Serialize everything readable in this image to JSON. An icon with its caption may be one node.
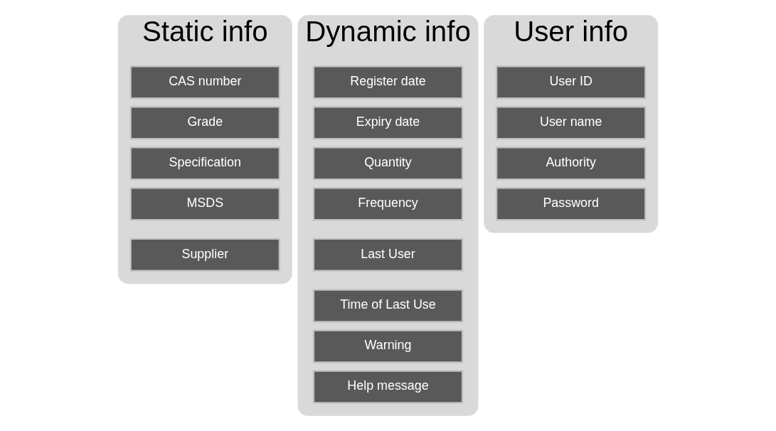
{
  "diagram": {
    "nodes": [
      {
        "text": [
          "Static info"
        ]
      },
      {
        "text": [
          "CAS number"
        ],
        "in": 0
      },
      {
        "text": [
          "Grade"
        ],
        "in": 0
      },
      {
        "text": [
          "Specification"
        ],
        "in": 0
      },
      {
        "text": [
          "MSDS"
        ],
        "in": 0
      },
      {
        "text": [
          "Supplier"
        ],
        "in": 0
      },
      {
        "text": [
          "Dynamic info"
        ]
      },
      {
        "text": [
          "Register date"
        ],
        "in": 6
      },
      {
        "text": [
          "Expiry date"
        ],
        "in": 6
      },
      {
        "text": [
          "Quantity"
        ],
        "in": 6
      },
      {
        "text": [
          "Frequency"
        ],
        "in": 6
      },
      {
        "text": [
          "Last User"
        ],
        "in": 6
      },
      {
        "text": [
          "Time of Last Use"
        ],
        "in": 6
      },
      {
        "text": [
          "Warning"
        ],
        "in": 6
      },
      {
        "text": [
          "Help message"
        ],
        "in": 6
      },
      {
        "text": [
          "User info"
        ]
      },
      {
        "text": [
          "User ID"
        ],
        "in": 15
      },
      {
        "text": [
          "User name"
        ],
        "in": 15
      },
      {
        "text": [
          "Authority"
        ],
        "in": 15
      },
      {
        "text": [
          "Password"
        ],
        "in": 15
      }
    ],
    "edges": []
  }
}
